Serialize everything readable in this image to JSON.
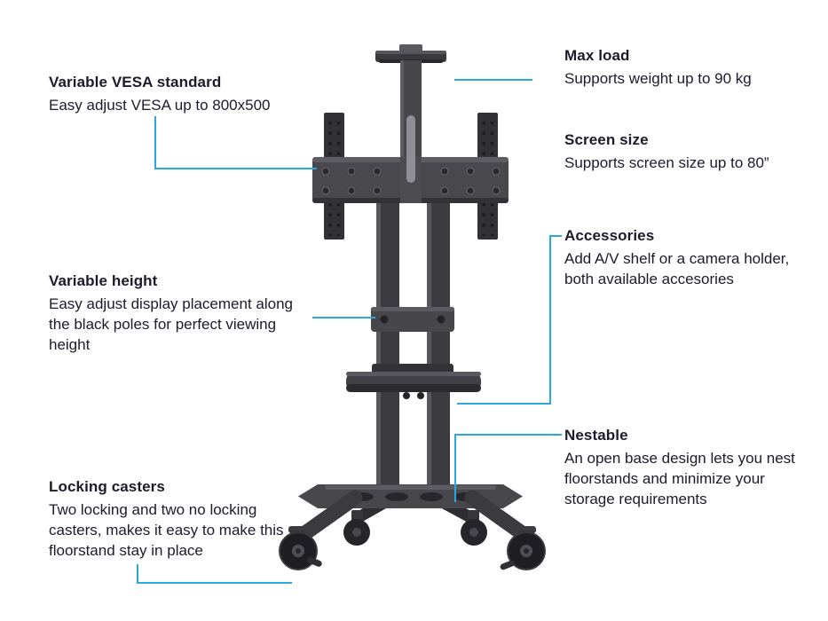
{
  "colors": {
    "background": "#ffffff",
    "accent": "#2BA8E0",
    "text": "#1b1b2c",
    "stand_dark": "#1f1f23",
    "stand_mid": "#3b3b40",
    "stand_light": "#5d5d63"
  },
  "illustration": {
    "icon": "mobile-tv-floor-stand-illustration"
  },
  "callouts": {
    "vesa": {
      "title": "Variable VESA standard",
      "body": "Easy adjust VESA up to 800x500"
    },
    "height": {
      "title": "Variable height",
      "body": "Easy adjust display placement along\nthe black poles for perfect viewing\nheight"
    },
    "casters": {
      "title": "Locking casters",
      "body": "Two locking and two no locking\ncasters, makes it easy to make this\nfloorstand stay in place"
    },
    "max_load": {
      "title": "Max load",
      "body": "Supports weight up to 90 kg"
    },
    "screen_size": {
      "title": "Screen size",
      "body": "Supports screen size up to 80”"
    },
    "accessories": {
      "title": "Accessories",
      "body": "Add A/V shelf or a camera holder,\nboth available accesories"
    },
    "nestable": {
      "title": "Nestable",
      "body": "An open base design lets you nest\nfloorstands and minimize your\nstorage requirements"
    }
  }
}
